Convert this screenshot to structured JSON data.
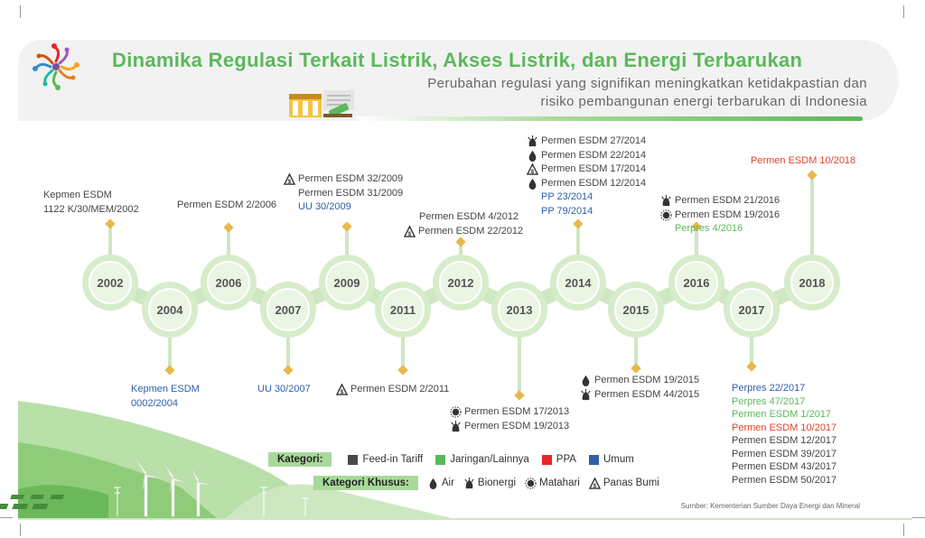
{
  "header": {
    "title": "Dinamika Regulasi Terkait Listrik, Akses Listrik, dan Energi Terbarukan",
    "subtitle_line1": "Perubahan regulasi yang signifikan meningkatkan ketidakpastian dan",
    "subtitle_line2": "risiko pembangunan energi terbarukan di Indonesia"
  },
  "colors": {
    "accent_green": "#5cb85c",
    "feed_in_tariff": "#4a4a4a",
    "jaringan": "#5cb85c",
    "ppa": "#e8262b",
    "umum": "#2f5fa8"
  },
  "timeline": {
    "years": [
      "2002",
      "2004",
      "2006",
      "2007",
      "2009",
      "2011",
      "2012",
      "2013",
      "2014",
      "2015",
      "2016",
      "2017",
      "2018"
    ],
    "events": [
      {
        "year": "2002",
        "items": [
          {
            "text": "Kepmen ESDM",
            "color": "dark"
          },
          {
            "text": "1122 K/30/MEM/2002",
            "color": "dark"
          }
        ]
      },
      {
        "year": "2004",
        "items": [
          {
            "text": "Kepmen ESDM",
            "color": "blue"
          },
          {
            "text": "0002/2004",
            "color": "blue"
          }
        ]
      },
      {
        "year": "2006",
        "items": [
          {
            "text": "Permen ESDM 2/2006",
            "color": "dark"
          }
        ]
      },
      {
        "year": "2007",
        "items": [
          {
            "text": "UU 30/2007",
            "color": "blue"
          }
        ]
      },
      {
        "year": "2009",
        "items": [
          {
            "text": "Permen ESDM 32/2009",
            "color": "dark",
            "icon": "panas-bumi"
          },
          {
            "text": "Permen ESDM 31/2009",
            "color": "dark"
          },
          {
            "text": "UU 30/2009",
            "color": "blue"
          }
        ]
      },
      {
        "year": "2011",
        "items": [
          {
            "text": "Permen ESDM 2/2011",
            "color": "dark",
            "icon": "panas-bumi"
          }
        ]
      },
      {
        "year": "2012",
        "items": [
          {
            "text": "Permen ESDM 4/2012",
            "color": "dark"
          },
          {
            "text": "Permen ESDM 22/2012",
            "color": "dark",
            "icon": "panas-bumi"
          }
        ]
      },
      {
        "year": "2013",
        "items": [
          {
            "text": "Permen ESDM 17/2013",
            "color": "dark",
            "icon": "matahari"
          },
          {
            "text": "Permen ESDM 19/2013",
            "color": "dark",
            "icon": "bioenergi"
          }
        ]
      },
      {
        "year": "2014",
        "items": [
          {
            "text": "Permen ESDM 27/2014",
            "color": "dark",
            "icon": "bioenergi"
          },
          {
            "text": "Permen ESDM 22/2014",
            "color": "dark",
            "icon": "air"
          },
          {
            "text": "Permen ESDM 17/2014",
            "color": "dark",
            "icon": "panas-bumi"
          },
          {
            "text": "Permen ESDM 12/2014",
            "color": "dark",
            "icon": "air"
          },
          {
            "text": "PP 23/2014",
            "color": "blue"
          },
          {
            "text": "PP 79/2014",
            "color": "blue"
          }
        ]
      },
      {
        "year": "2015",
        "items": [
          {
            "text": "Permen ESDM 19/2015",
            "color": "dark",
            "icon": "air"
          },
          {
            "text": "Permen ESDM 44/2015",
            "color": "dark",
            "icon": "bioenergi"
          }
        ]
      },
      {
        "year": "2016",
        "items": [
          {
            "text": "Permen ESDM 21/2016",
            "color": "dark",
            "icon": "bioenergi"
          },
          {
            "text": "Permen ESDM 19/2016",
            "color": "dark",
            "icon": "matahari"
          },
          {
            "text": "Perpres 4/2016",
            "color": "green"
          }
        ]
      },
      {
        "year": "2017",
        "items": [
          {
            "text": "Perpres 22/2017",
            "color": "blue"
          },
          {
            "text": "Perpres 47/2017",
            "color": "green"
          },
          {
            "text": "Permen ESDM 1/2017",
            "color": "green"
          },
          {
            "text": "Permen ESDM 10/2017",
            "color": "red"
          },
          {
            "text": "Permen ESDM 12/2017",
            "color": "dark"
          },
          {
            "text": "Permen ESDM 39/2017",
            "color": "dark"
          },
          {
            "text": "Permen ESDM 43/2017",
            "color": "dark"
          },
          {
            "text": "Permen ESDM 50/2017",
            "color": "dark"
          }
        ]
      },
      {
        "year": "2018",
        "items": [
          {
            "text": "Permen ESDM 10/2018",
            "color": "red"
          }
        ]
      }
    ]
  },
  "legend": {
    "kategori_title": "Kategori:",
    "kategori": [
      {
        "label": "Feed-in Tariff",
        "color": "#4a4a4a"
      },
      {
        "label": "Jaringan/Lainnya",
        "color": "#5cb85c"
      },
      {
        "label": "PPA",
        "color": "#e8262b"
      },
      {
        "label": "Umum",
        "color": "#2f5fa8"
      }
    ],
    "khusus_title": "Kategori Khusus:",
    "khusus": [
      {
        "label": "Air",
        "icon": "air"
      },
      {
        "label": "Bionergi",
        "icon": "bioenergi"
      },
      {
        "label": "Matahari",
        "icon": "matahari"
      },
      {
        "label": "Panas Bumi",
        "icon": "panas-bumi"
      }
    ]
  },
  "source": "Sumber: Kementerian Sumber Daya Energi dan Mineral"
}
